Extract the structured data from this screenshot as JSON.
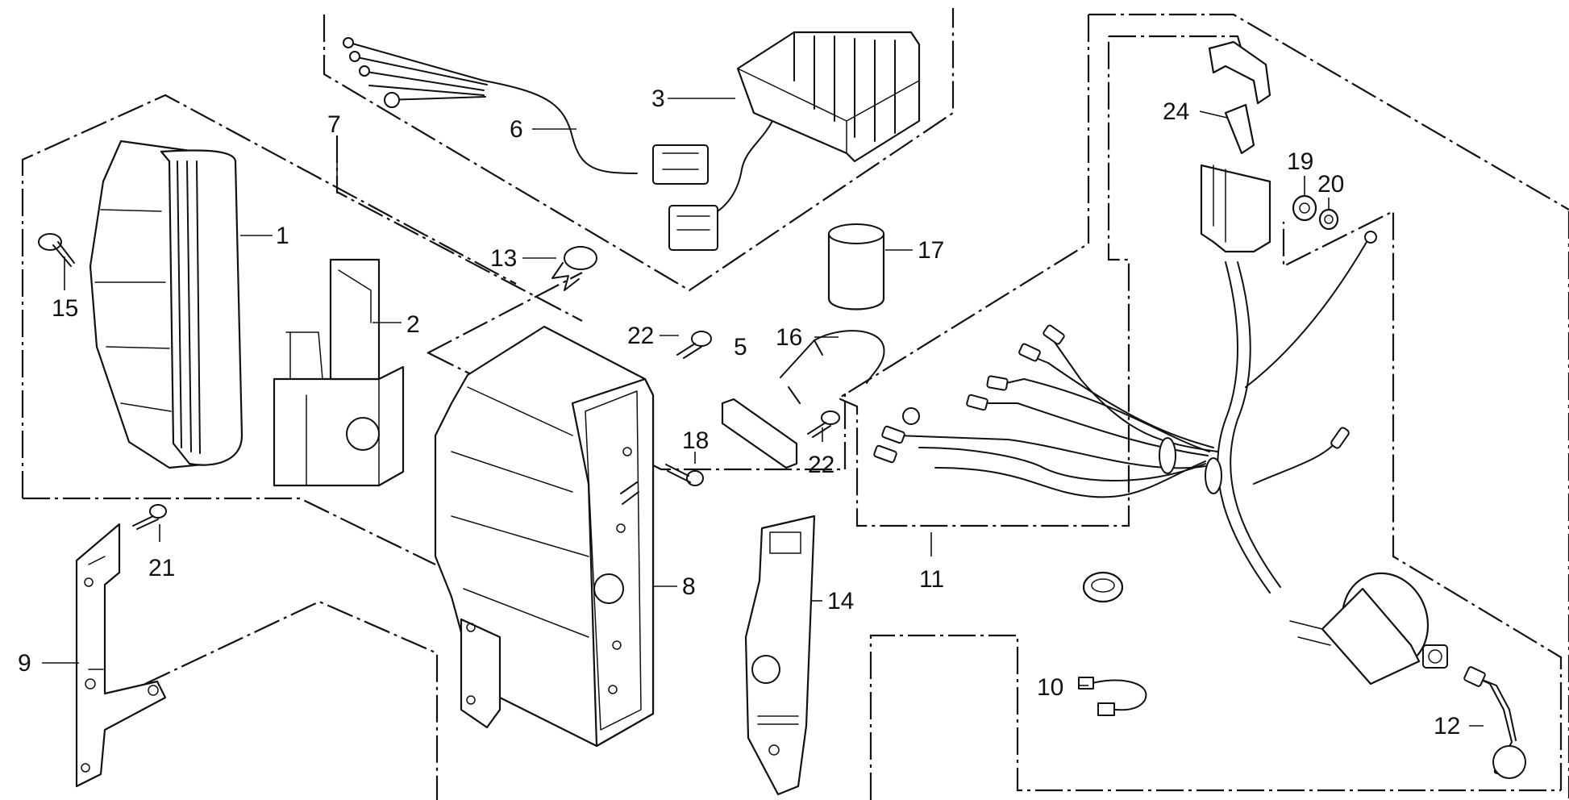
{
  "diagram": {
    "labels": {
      "p1": "1",
      "p2": "2",
      "p3": "3",
      "p5": "5",
      "p6": "6",
      "p7": "7",
      "p8": "8",
      "p9": "9",
      "p10": "10",
      "p11": "11",
      "p12": "12",
      "p13": "13",
      "p14": "14",
      "p15": "15",
      "p16": "16",
      "p17": "17",
      "p18": "18",
      "p19": "19",
      "p20": "20",
      "p21": "21",
      "p22a": "22",
      "p22b": "22",
      "p24": "24"
    }
  }
}
